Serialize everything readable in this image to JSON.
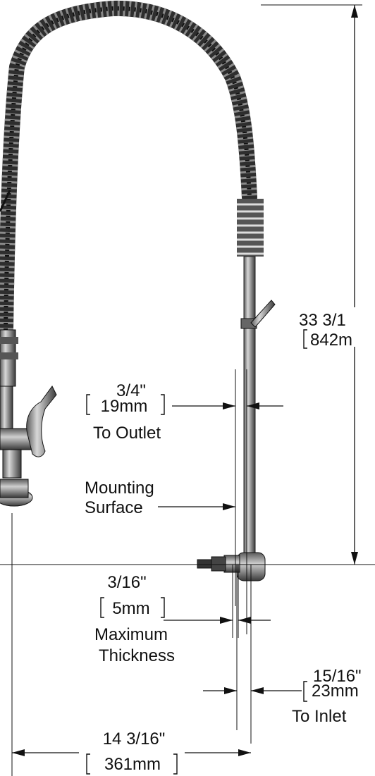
{
  "dims": {
    "height": {
      "imperial": "33 3/1",
      "metric": "842m"
    },
    "outlet": {
      "imperial": "3/4\"",
      "metric": "19mm",
      "note": "To Outlet"
    },
    "mounting": {
      "line1": "Mounting",
      "line2": "Surface"
    },
    "thickness": {
      "imperial": "3/16\"",
      "metric": "5mm",
      "note1": "Maximum",
      "note2": "Thickness"
    },
    "inlet": {
      "imperial": "15/16\"",
      "metric": "23mm",
      "note": "To Inlet"
    },
    "reach": {
      "imperial": "14 3/16\"",
      "metric": "361mm"
    }
  }
}
